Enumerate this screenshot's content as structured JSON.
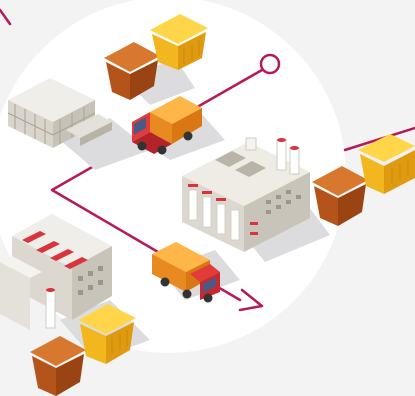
{
  "palette": {
    "background": "#f3f3f4",
    "circle": "#ffffff",
    "route": "#b5195b",
    "bin_yellow": "#f6c52c",
    "bin_orange": "#c4601f",
    "truck_body": "#f29a2a",
    "truck_cab": "#e23b3b",
    "building_light": "#e9e7e1",
    "building_shade": "#cfcbc2",
    "accent_red": "#d8343b"
  },
  "scene": {
    "route_start_marker": "ring",
    "route_end_marker": "arrow",
    "icons": [
      "waste-bin",
      "garbage-truck",
      "recycling-plant",
      "factory",
      "building-under-construction"
    ]
  }
}
